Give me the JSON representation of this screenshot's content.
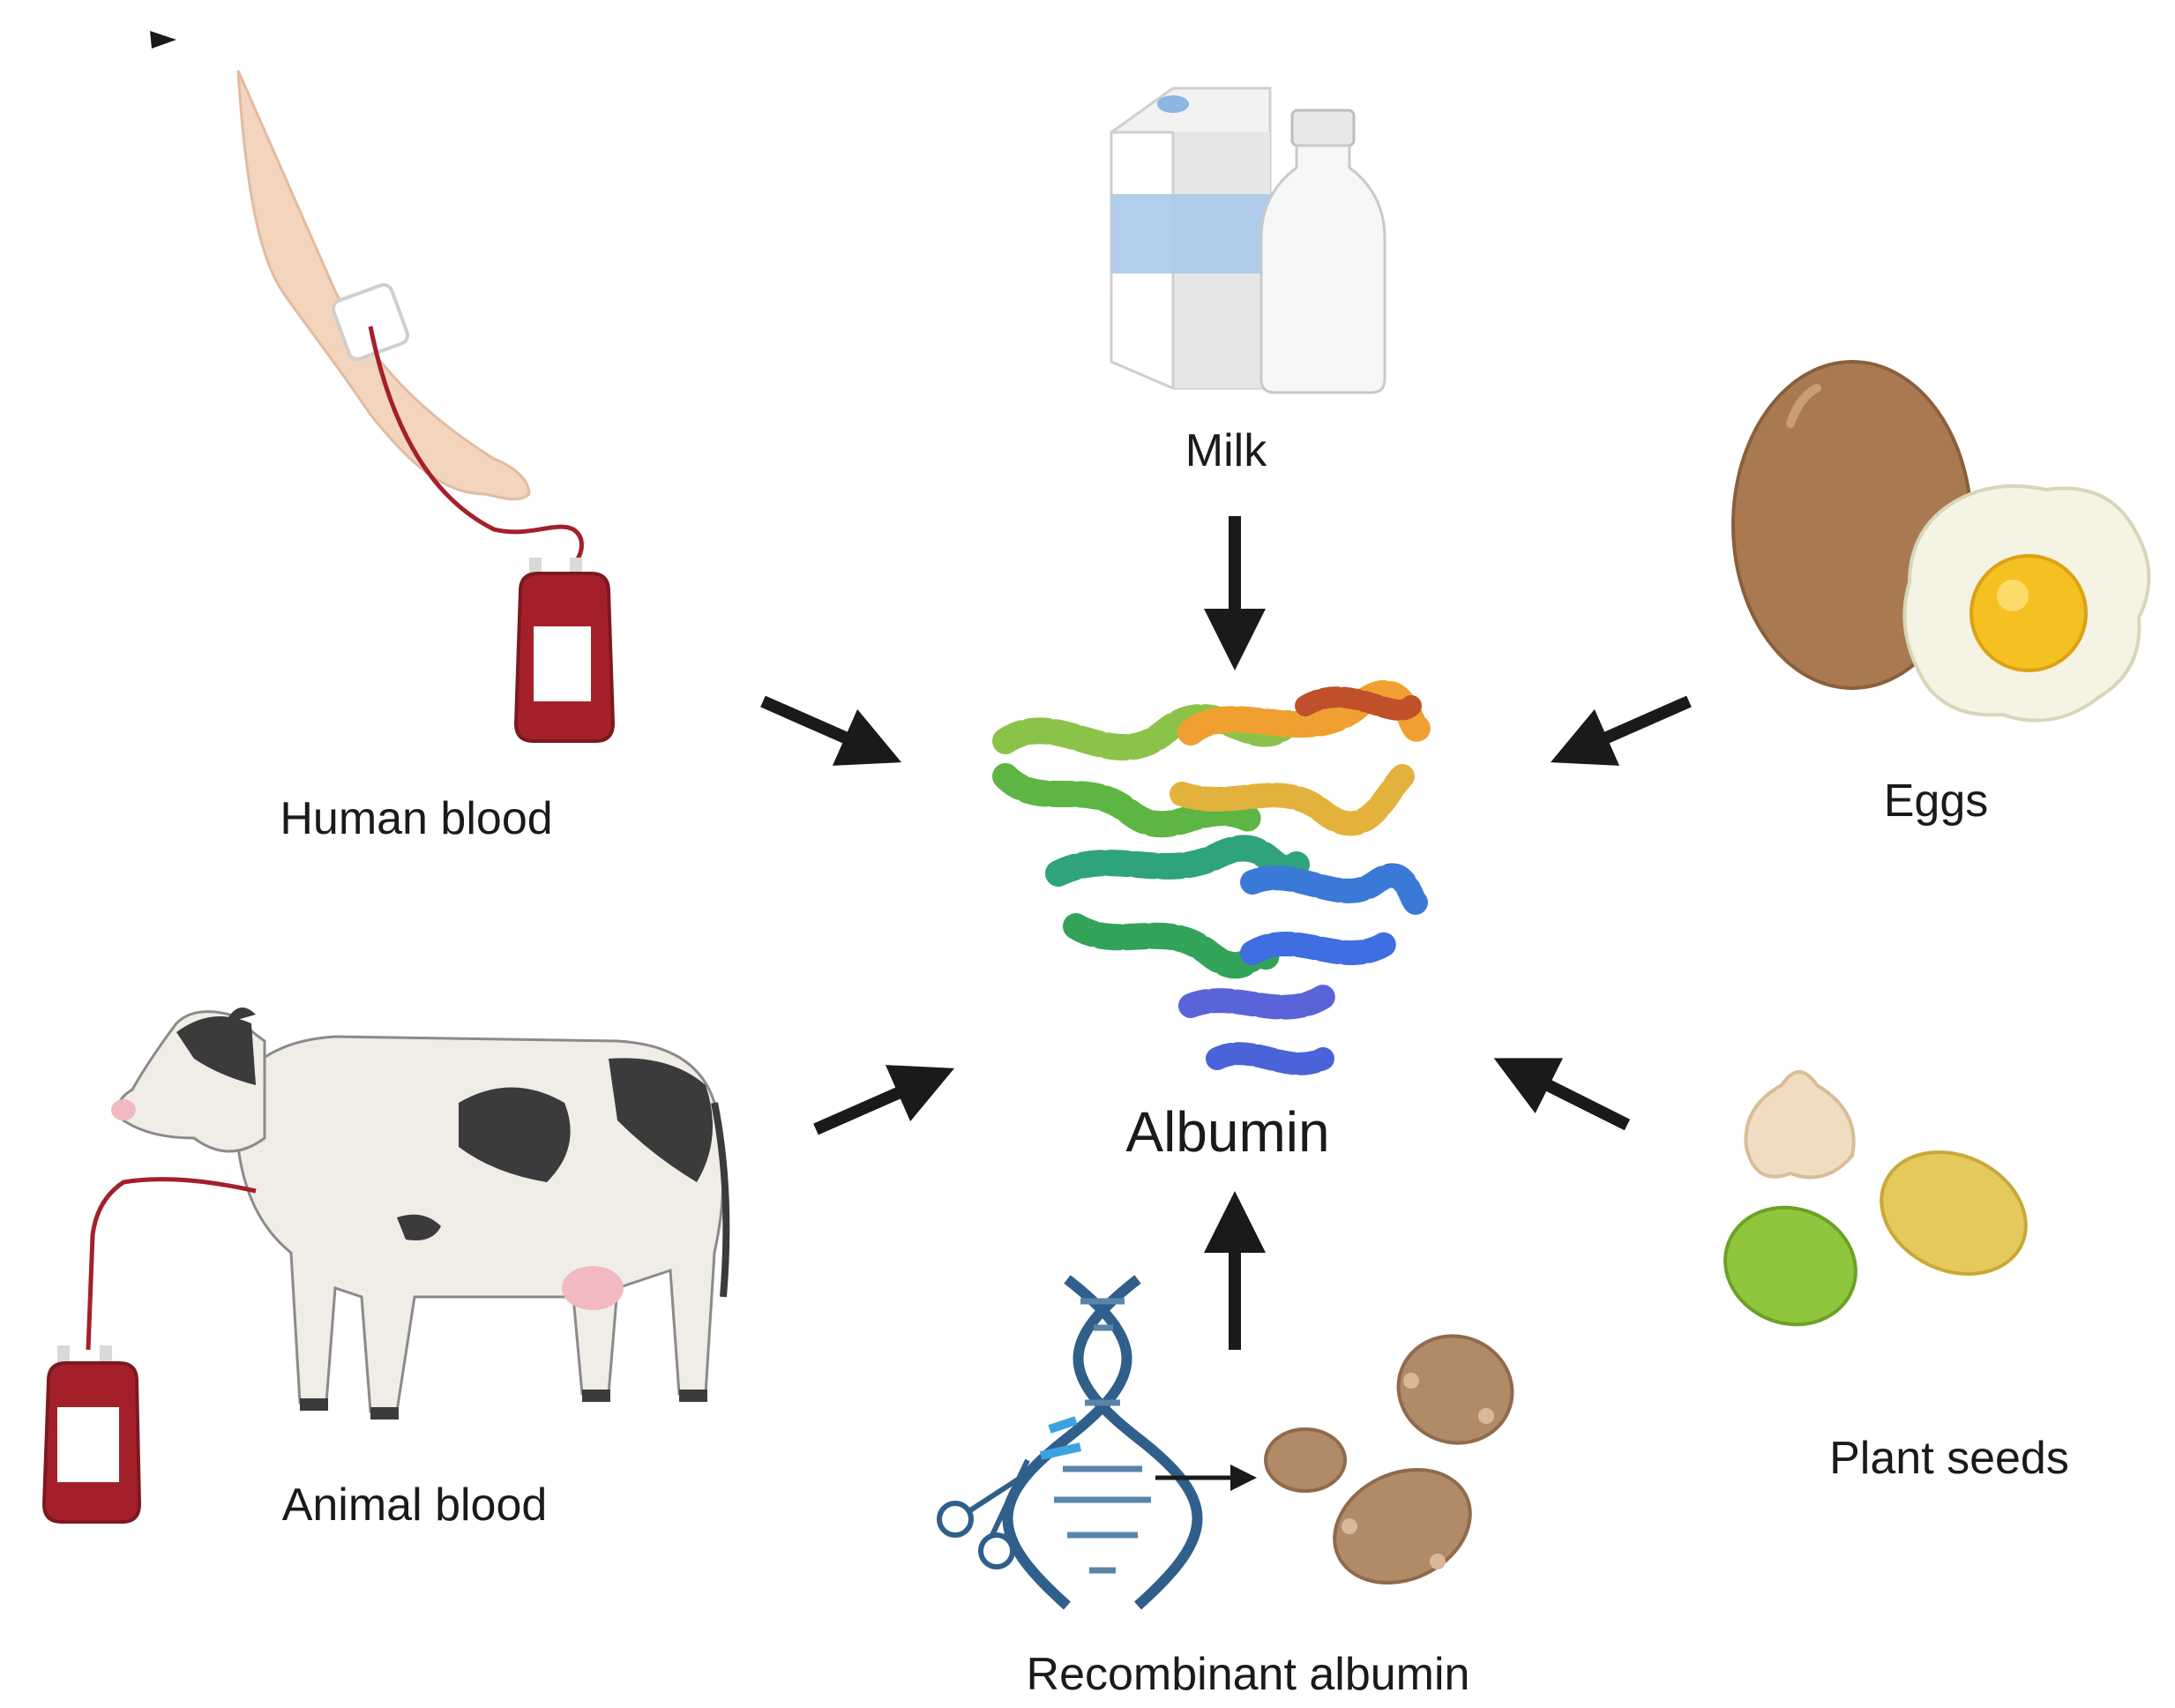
{
  "center": {
    "label": "Albumin"
  },
  "sources": [
    {
      "key": "human_blood",
      "label": "Human blood"
    },
    {
      "key": "milk",
      "label": "Milk"
    },
    {
      "key": "eggs",
      "label": "Eggs"
    },
    {
      "key": "animal_blood",
      "label": "Animal blood"
    },
    {
      "key": "recombinant",
      "label": "Recombinant albumin"
    },
    {
      "key": "plant_seeds",
      "label": "Plant seeds"
    }
  ],
  "colors": {
    "arrow": "#1a1a1a",
    "blood": "#a3202a",
    "skin": "#f3d4bd",
    "milk_band": "#a9c9ea",
    "egg_shell": "#a97a52",
    "yolk": "#f5c022",
    "dna": "#2f5f8a",
    "potato": "#b18a68",
    "cow_spots": "#3b3b3b"
  }
}
